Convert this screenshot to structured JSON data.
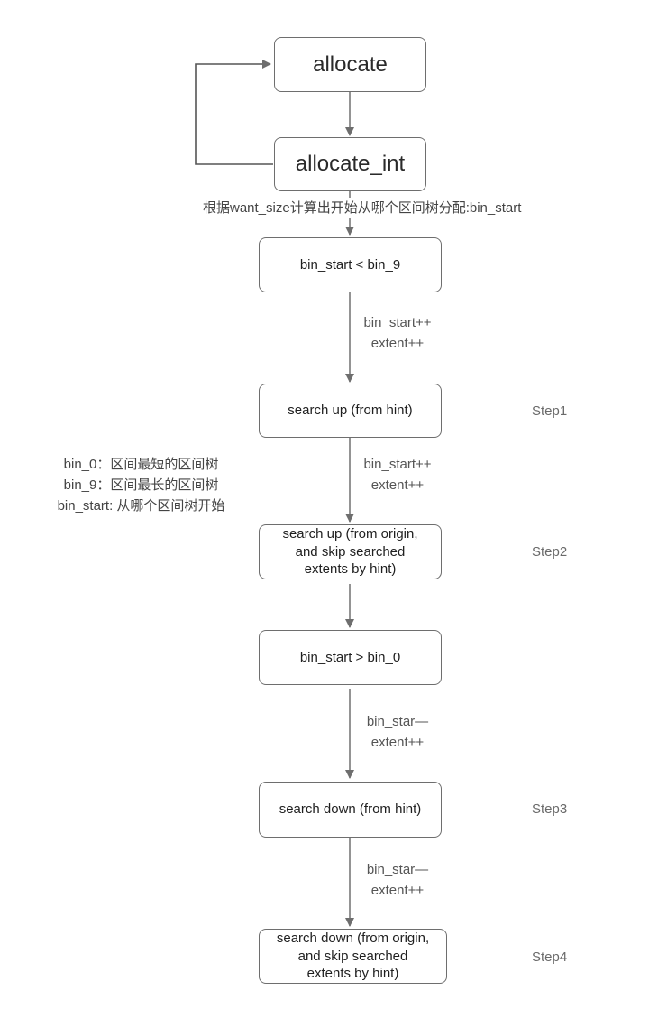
{
  "nodes": {
    "allocate": "allocate",
    "allocate_int": "allocate_int",
    "bin_start_lt_bin_9": "bin_start < bin_9",
    "step1_box": "search up (from hint)",
    "step2_box": [
      "search up (from origin,",
      "and skip searched",
      "extents by hint)"
    ],
    "bin_start_gt_bin_0": "bin_start > bin_0",
    "step3_box": "search down (from hint)",
    "step4_box": [
      "search down (from origin,",
      "and skip searched",
      "extents by hint)"
    ]
  },
  "edge_labels": {
    "compute_bin_start": "根据want_size计算出开始从哪个区间树分配:bin_start",
    "inc_1": [
      "bin_start++",
      "extent++"
    ],
    "inc_2": [
      "bin_start++",
      "extent++"
    ],
    "dec_1": [
      "bin_star—",
      "extent++"
    ],
    "dec_2": [
      "bin_star—",
      "extent++"
    ]
  },
  "steps": [
    "Step1",
    "Step2",
    "Step3",
    "Step4"
  ],
  "legend": [
    "bin_0：区间最短的区间树",
    "bin_9：区间最长的区间树",
    "bin_start: 从哪个区间树开始"
  ]
}
